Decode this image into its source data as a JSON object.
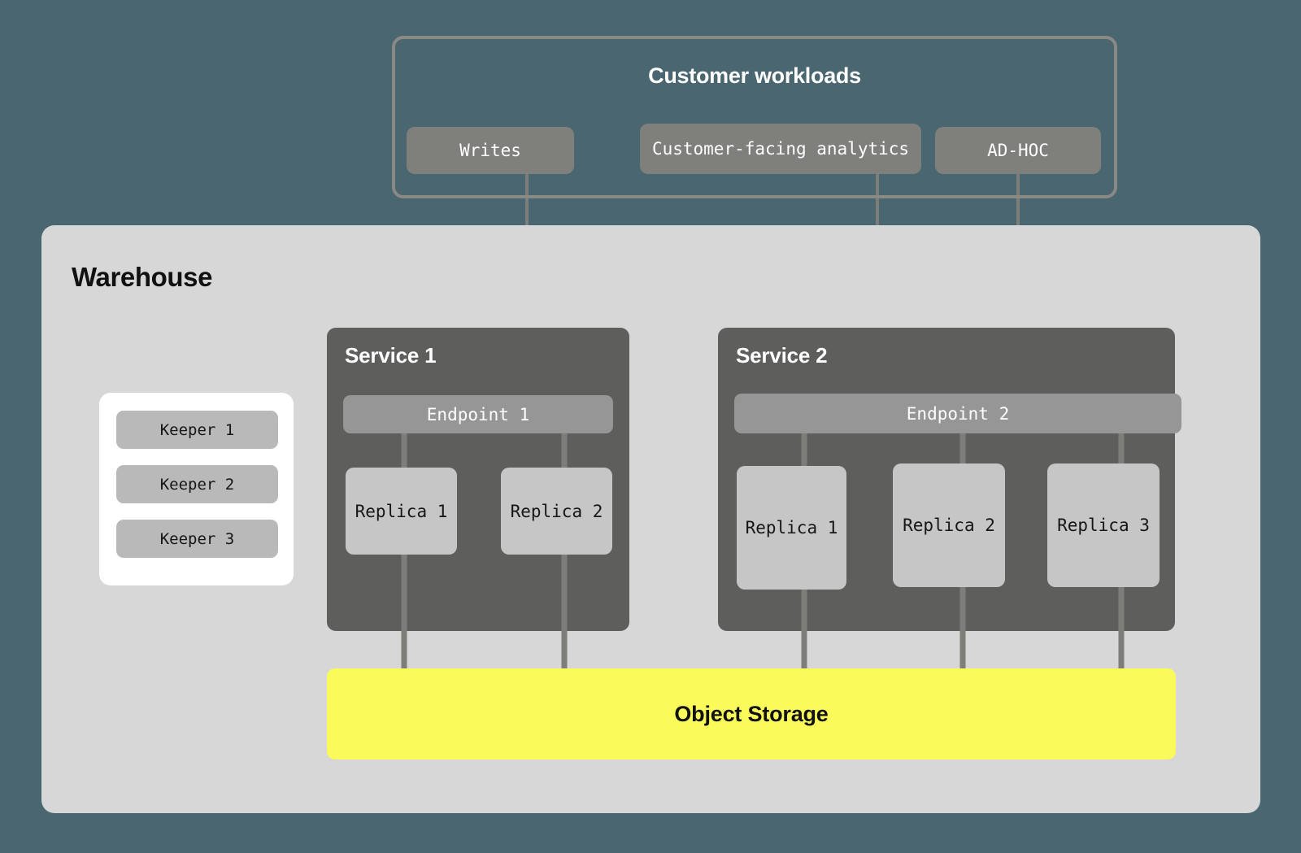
{
  "colors": {
    "background": "#4a6670",
    "warehouse_panel": "#d7d7d7",
    "service_box": "#5e5e5d",
    "endpoint": "#969696",
    "replica": "#c6c6c6",
    "keeper_pill": "#b9b9b9",
    "keeper_card": "#ffffff",
    "workload_pill": "#7f7f7c",
    "workload_frame_border": "#8a8a85",
    "object_storage": "#fafa5a",
    "connector": "#7d7d79"
  },
  "customer_workloads": {
    "title": "Customer workloads",
    "items": [
      {
        "label": "Writes"
      },
      {
        "label": "Customer-facing analytics"
      },
      {
        "label": "AD-HOC"
      }
    ]
  },
  "warehouse": {
    "title": "Warehouse",
    "keepers": {
      "items": [
        {
          "label": "Keeper 1"
        },
        {
          "label": "Keeper 2"
        },
        {
          "label": "Keeper 3"
        }
      ]
    },
    "services": [
      {
        "title": "Service 1",
        "endpoint": "Endpoint 1",
        "replicas": [
          {
            "label": "Replica 1"
          },
          {
            "label": "Replica 2"
          }
        ]
      },
      {
        "title": "Service 2",
        "endpoint": "Endpoint 2",
        "replicas": [
          {
            "label": "Replica 1"
          },
          {
            "label": "Replica 2"
          },
          {
            "label": "Replica 3"
          }
        ]
      }
    ],
    "object_storage": {
      "label": "Object Storage"
    }
  }
}
